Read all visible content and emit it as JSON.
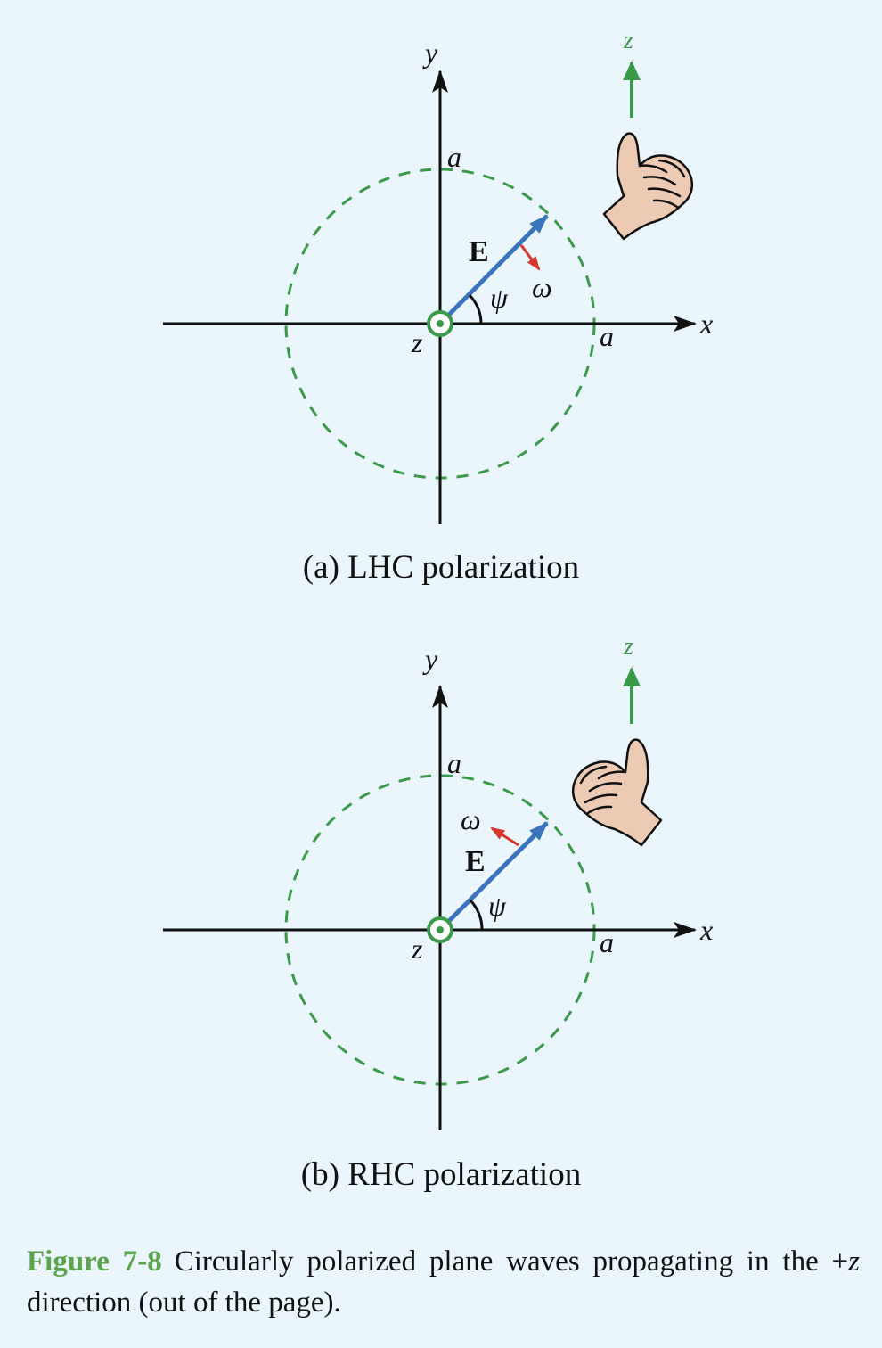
{
  "panels": [
    {
      "axis_x": "x",
      "axis_y": "y",
      "axis_z": "z",
      "radius_label_y": "a",
      "radius_label_x": "a",
      "field_label": "E",
      "angle_label": "ψ",
      "rotation_label": "ω",
      "thumb_axis_label": "z",
      "hand": "left",
      "caption": "(a)  LHC polarization"
    },
    {
      "axis_x": "x",
      "axis_y": "y",
      "axis_z": "z",
      "radius_label_y": "a",
      "radius_label_x": "a",
      "field_label": "E",
      "angle_label": "ψ",
      "rotation_label": "ω",
      "thumb_axis_label": "z",
      "hand": "right",
      "caption": "(b)  RHC polarization"
    }
  ],
  "figure_caption": {
    "label": "Figure 7-8",
    "text_before": "Circularly polarized plane waves propagating in the +",
    "text_italic": "z",
    "text_after": " direction (out of the page)."
  },
  "colors": {
    "background": "#eaf5fc",
    "circle": "#3a9a4a",
    "field_vector": "#3a74bd",
    "rotation_arrow": "#d9362b",
    "hand_skin": "#eccab4",
    "figure_label": "#5ba44b"
  }
}
